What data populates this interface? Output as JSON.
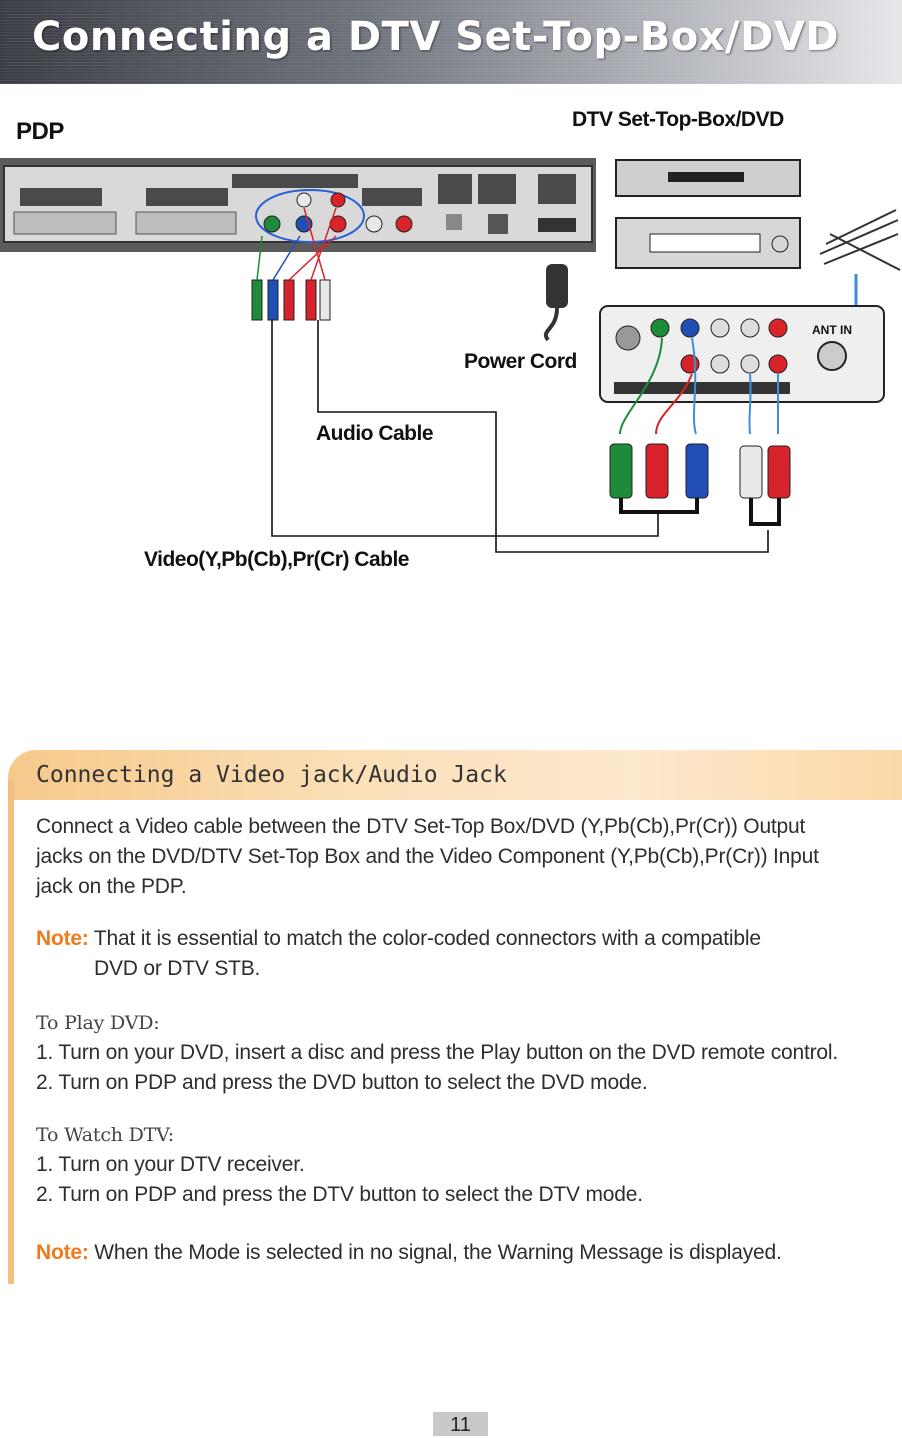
{
  "header": {
    "title": "Connecting a DTV Set-Top-Box/DVD"
  },
  "diagram": {
    "pdp_label": "PDP",
    "device_label": "DTV Set-Top-Box/DVD",
    "power_cord_label": "Power Cord",
    "audio_cable_label": "Audio Cable",
    "video_cable_label": "Video(Y,Pb(Cb),Pr(Cr) Cable",
    "antenna_label": "ANT IN",
    "colors": {
      "green": "#1e8a3a",
      "red": "#d8232a",
      "blue": "#1f4fb5",
      "white": "#e8e8e8"
    }
  },
  "section": {
    "title": "Connecting a Video jack/Audio Jack",
    "intro_lines": [
      "Connect a Video cable between the DTV Set-Top Box/DVD (Y,Pb(Cb),Pr(Cr)) Output",
      "jacks on the DVD/DTV Set-Top Box and the Video Component (Y,Pb(Cb),Pr(Cr)) Input",
      "jack on the PDP."
    ],
    "note1_label": "Note:",
    "note1_line1": " That it is essential to match the color-coded connectors with a compatible",
    "note1_line2": "DVD or DTV STB.",
    "dvd_heading": "To Play DVD:",
    "dvd_steps": [
      "1. Turn on your DVD, insert a disc and press the Play button on the DVD remote control.",
      "2. Turn on PDP and press the DVD button to select the DVD mode."
    ],
    "dtv_heading": "To Watch DTV:",
    "dtv_steps": [
      "1. Turn on your DTV receiver.",
      "2. Turn on PDP and press the DTV button to select the DTV mode."
    ],
    "note2_label": "Note:",
    "note2_text": " When the Mode is selected in no signal, the Warning Message is displayed."
  },
  "footer": {
    "page_number": "11"
  }
}
